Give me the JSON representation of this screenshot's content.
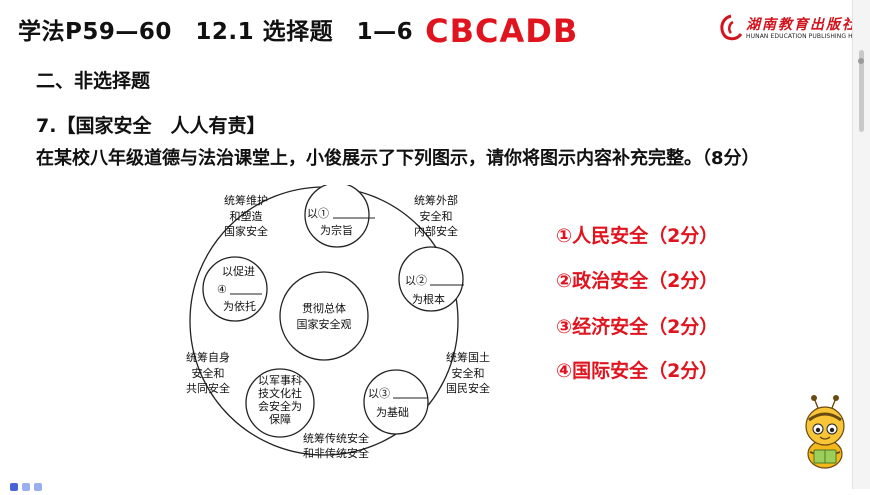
{
  "header": {
    "text": "学法P59—60　12.1 选择题　1—6",
    "answers": "CBCADB"
  },
  "logo": {
    "cn": "湖南教育出版社",
    "en": "HUNAN EDUCATION PUBLISHING HOUSE"
  },
  "section_title": "二、非选择题",
  "question": {
    "title": "7.【国家安全　人人有责】",
    "text": "在某校八年级道德与法治课堂上，小俊展示了下列图示，请你将图示内容补充完整。（8分）"
  },
  "diagram": {
    "center": [
      "贯彻总体",
      "国家安全观"
    ],
    "nodes": {
      "top": [
        "以①",
        "为宗旨"
      ],
      "right": [
        "以②",
        "为根本"
      ],
      "bottom_right": [
        "以③",
        "为基础"
      ],
      "bottom_left": [
        "以军事科",
        "技文化社",
        "会安全为",
        "保障"
      ],
      "left": [
        "以促进",
        "④",
        "为依托"
      ]
    },
    "outer": {
      "top_left": [
        "统筹维护",
        "和塑造",
        "国家安全"
      ],
      "top_right": [
        "统筹外部",
        "安全和",
        "内部安全"
      ],
      "right": [
        "统筹国土",
        "安全和",
        "国民安全"
      ],
      "bottom": [
        "统筹传统安全",
        "和非传统安全"
      ],
      "left": [
        "统筹自身",
        "安全和",
        "共同安全"
      ]
    }
  },
  "answers": [
    "①人民安全（2分）",
    "②政治安全（2分）",
    "③经济安全（2分）",
    "④国际安全（2分）"
  ],
  "colors": {
    "accent_red": "#e0141e",
    "pager_active": "#4a64d6",
    "pager_inactive": "#9aaef0"
  }
}
